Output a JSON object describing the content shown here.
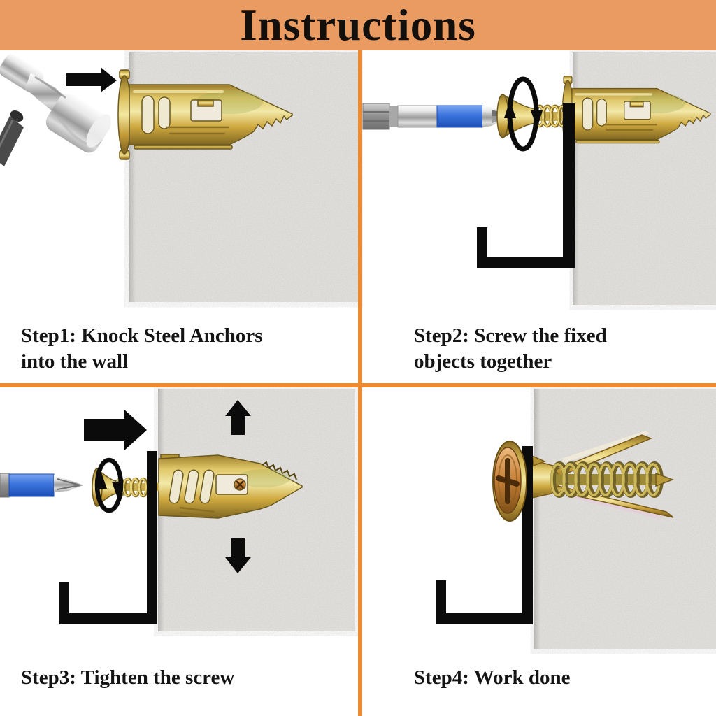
{
  "header": {
    "title": "Instructions"
  },
  "steps": [
    {
      "name": "step-1",
      "line1": "Step1: Knock Steel Anchors",
      "line2": "into the wall",
      "elements": [
        "hammer-icon",
        "right-arrow-icon",
        "steel-anchor-icon",
        "wall-texture"
      ]
    },
    {
      "name": "step-2",
      "line1": "Step2: Screw the fixed",
      "line2": "objects together",
      "elements": [
        "driver-bit-icon",
        "screw-icon",
        "rotation-arrow-icon",
        "bracket-object-icon",
        "steel-anchor-icon",
        "wall-texture"
      ]
    },
    {
      "name": "step-3",
      "line1": "Step3: Tighten the screw",
      "line2": "",
      "elements": [
        "right-arrow-icon",
        "up-arrow-icon",
        "down-arrow-icon",
        "driver-bit-icon",
        "screw-icon",
        "rotation-arrow-icon",
        "bracket-object-icon",
        "expanded-anchor-icon",
        "wall-texture"
      ]
    },
    {
      "name": "step-4",
      "line1": "Step4: Work done",
      "line2": "",
      "elements": [
        "washer-screw-head-icon",
        "bracket-object-icon",
        "collapsed-anchor-wings-icon",
        "screw-thread-icon",
        "wall-texture"
      ]
    }
  ],
  "colors": {
    "banner_bg": "#e99b62",
    "divider_orange": "#ee8b30",
    "caption_text": "#141414",
    "arrow_black": "#0b0b0b",
    "wall_gray": "#e6e4e1",
    "anchor_brass": "#d8bb55",
    "screw_copper": "#c57f35",
    "bit_blue": "#2f68d2",
    "tool_steel": "#b5b5b5"
  }
}
